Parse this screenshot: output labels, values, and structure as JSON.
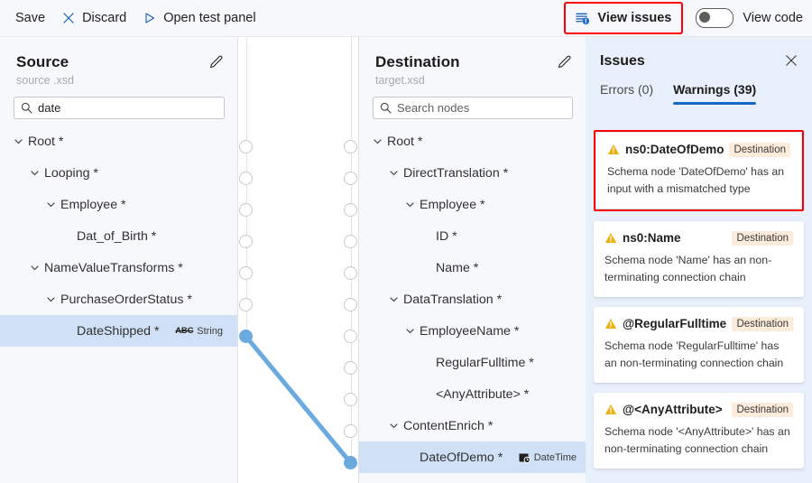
{
  "toolbar": {
    "save_label": "Save",
    "discard_label": "Discard",
    "discard_icon": "close-x-icon",
    "open_test_panel_label": "Open test panel",
    "open_test_panel_icon": "play-triangle-icon",
    "view_issues_label": "View issues",
    "view_issues_icon": "list-alert-icon",
    "view_code_label": "View code",
    "view_code_toggle_state": "off",
    "highlight_color": "#ff0000"
  },
  "source": {
    "title": "Source",
    "subtitle": "source .xsd",
    "edit_icon": "pencil-icon",
    "search_icon": "search-icon",
    "search_value": "date",
    "search_placeholder": "Search nodes",
    "nodes": [
      {
        "label": "Root *",
        "indent": 0,
        "expandable": true,
        "selected": false,
        "type": ""
      },
      {
        "label": "Looping *",
        "indent": 1,
        "expandable": true,
        "selected": false,
        "type": ""
      },
      {
        "label": "Employee *",
        "indent": 2,
        "expandable": true,
        "selected": false,
        "type": ""
      },
      {
        "label": "Dat_of_Birth *",
        "indent": 3,
        "expandable": false,
        "selected": false,
        "type": ""
      },
      {
        "label": "NameValueTransforms *",
        "indent": 1,
        "expandable": true,
        "selected": false,
        "type": ""
      },
      {
        "label": "PurchaseOrderStatus *",
        "indent": 2,
        "expandable": true,
        "selected": false,
        "type": ""
      },
      {
        "label": "DateShipped *",
        "indent": 3,
        "expandable": false,
        "selected": true,
        "type": "String",
        "type_icon": "abc-string-icon"
      }
    ]
  },
  "destination": {
    "title": "Destination",
    "subtitle": "target.xsd",
    "edit_icon": "pencil-icon",
    "search_icon": "search-icon",
    "search_value": "",
    "search_placeholder": "Search nodes",
    "nodes": [
      {
        "label": "Root *",
        "indent": 0,
        "expandable": true,
        "selected": false,
        "type": ""
      },
      {
        "label": "DirectTranslation *",
        "indent": 1,
        "expandable": true,
        "selected": false,
        "type": ""
      },
      {
        "label": "Employee *",
        "indent": 2,
        "expandable": true,
        "selected": false,
        "type": ""
      },
      {
        "label": "ID *",
        "indent": 3,
        "expandable": false,
        "selected": false,
        "type": ""
      },
      {
        "label": "Name *",
        "indent": 3,
        "expandable": false,
        "selected": false,
        "type": ""
      },
      {
        "label": "DataTranslation *",
        "indent": 1,
        "expandable": true,
        "selected": false,
        "type": ""
      },
      {
        "label": "EmployeeName *",
        "indent": 2,
        "expandable": true,
        "selected": false,
        "type": ""
      },
      {
        "label": "RegularFulltime *",
        "indent": 3,
        "expandable": false,
        "selected": false,
        "type": ""
      },
      {
        "label": "<AnyAttribute> *",
        "indent": 3,
        "expandable": false,
        "selected": false,
        "type": ""
      },
      {
        "label": "ContentEnrich *",
        "indent": 1,
        "expandable": true,
        "selected": false,
        "type": ""
      },
      {
        "label": "DateOfDemo *",
        "indent": 2,
        "expandable": false,
        "selected": true,
        "type": "DateTime",
        "type_icon": "calendar-clock-icon"
      }
    ]
  },
  "canvas": {
    "connection_color": "#6aaade",
    "source_handle_index": 6,
    "destination_handle_index": 10
  },
  "issues": {
    "title": "Issues",
    "close_icon": "close-icon",
    "tabs": [
      {
        "label": "Errors (0)",
        "active": false
      },
      {
        "label": "Warnings (39)",
        "active": true
      }
    ],
    "accent_color": "#1668c8",
    "items": [
      {
        "icon": "warning-triangle-icon",
        "name": "ns0:DateOfDemo",
        "badge": "Destination",
        "description": "Schema node 'DateOfDemo' has an input with a mismatched type",
        "highlighted": true
      },
      {
        "icon": "warning-triangle-icon",
        "name": "ns0:Name",
        "badge": "Destination",
        "description": "Schema node 'Name' has an non-terminating connection chain",
        "highlighted": false
      },
      {
        "icon": "warning-triangle-icon",
        "name": "@RegularFulltime",
        "badge": "Destination",
        "description": "Schema node 'RegularFulltime' has an non-terminating connection chain",
        "highlighted": false
      },
      {
        "icon": "warning-triangle-icon",
        "name": "@<AnyAttribute>",
        "badge": "Destination",
        "description": "Schema node '<AnyAttribute>' has an non-terminating connection chain",
        "highlighted": false
      }
    ]
  }
}
